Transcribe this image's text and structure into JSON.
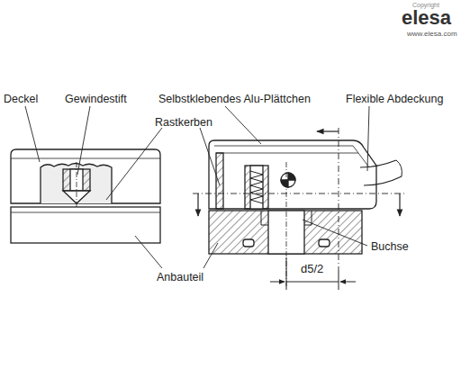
{
  "diagram": {
    "labels": [
      "Copyright",
      "elesa",
      "www.elesa.com",
      "Deckel",
      "Gewindestift",
      "Selbstklebendes Alu-Plättchen",
      "Flexible Abdeckung",
      "Rastkerben",
      "Buchse",
      "Anbauteil",
      "d5/2"
    ]
  }
}
